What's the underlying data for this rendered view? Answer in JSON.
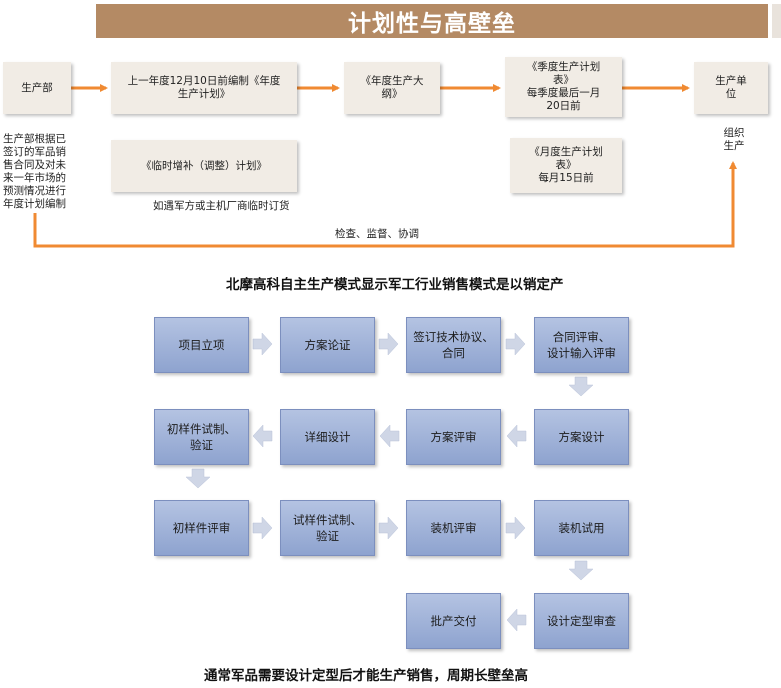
{
  "title": "计划性与高壁垒",
  "top_flow": {
    "box_dept": "生产部",
    "box_annual": [
      "上一年度12月10日前编制《年度",
      "生产计划》"
    ],
    "box_master": [
      "《年度生产大",
      "纲》"
    ],
    "box_quarter": [
      "《季度生产计划",
      "表》",
      "每季度最后一月",
      "20日前"
    ],
    "box_unit": [
      "生产单",
      "位"
    ],
    "box_temp": "《临时增补（调整）计划》",
    "temp_note": "如遇军方或主机厂商临时订货",
    "box_month": [
      "《月度生产计划",
      "表》",
      "每月15日前"
    ],
    "dept_note": [
      "生产部根据已",
      "签订的军品销",
      "售合同及对未",
      "来一年市场的",
      "预测情况进行",
      "年度计划编制"
    ],
    "unit_note": [
      "组织",
      "生产"
    ],
    "feedback_label": "检查、监督、协调"
  },
  "caption_mid": "北摩高科自主生产模式显示军工行业销售模式是以销定产",
  "process": {
    "row1": [
      [
        "项目立项"
      ],
      [
        "方案论证"
      ],
      [
        "签订技术协议、",
        "合同"
      ],
      [
        "合同评审、",
        "设计输入评审"
      ]
    ],
    "row2": [
      [
        "初样件试制、",
        "验证"
      ],
      [
        "详细设计"
      ],
      [
        "方案评审"
      ],
      [
        "方案设计"
      ]
    ],
    "row3": [
      [
        "初样件评审"
      ],
      [
        "试样件试制、",
        "验证"
      ],
      [
        "装机评审"
      ],
      [
        "装机试用"
      ]
    ],
    "row4": [
      [
        "批产交付"
      ],
      [
        "设计定型审查"
      ]
    ]
  },
  "caption_bottom": "通常军品需要设计定型后才能生产销售，周期长壁垒高",
  "colors": {
    "title_bar": "#b48a64",
    "orange_arrow": "#f08a32",
    "beige_box": "#f1ece5",
    "blue_box": "#9fb1da",
    "grey_arrow": "#cfd6e6"
  }
}
